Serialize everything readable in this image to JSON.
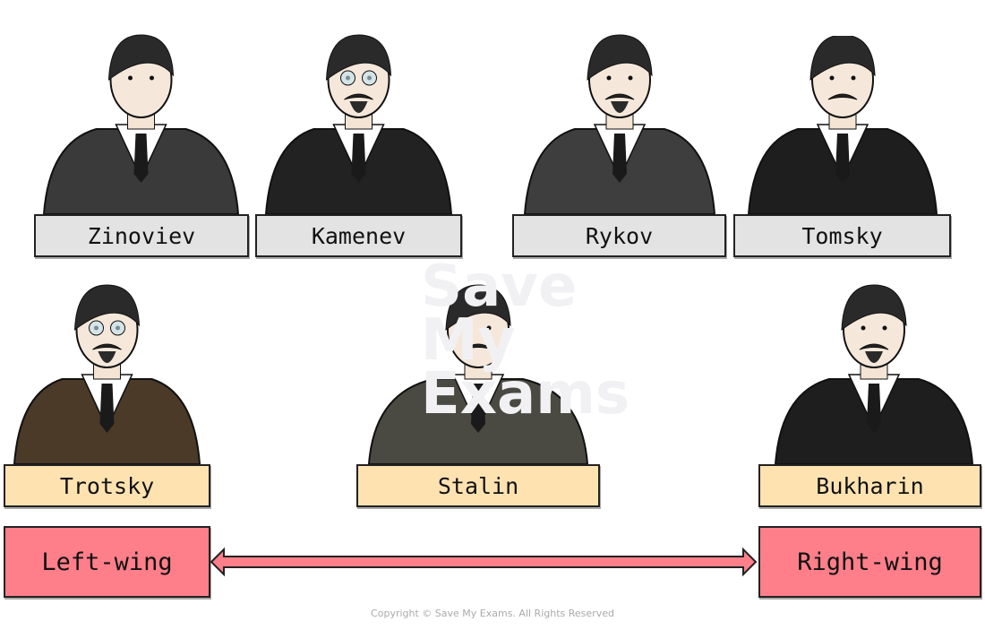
{
  "people": [
    {
      "name": "Zinoviev",
      "group": "neutral",
      "suit": "#3a3a3a",
      "glasses": false,
      "beard": false,
      "mustache": false
    },
    {
      "name": "Kamenev",
      "group": "neutral",
      "suit": "#222222",
      "glasses": true,
      "beard": true,
      "mustache": true
    },
    {
      "name": "Rykov",
      "group": "neutral",
      "suit": "#3e3e3e",
      "glasses": false,
      "beard": true,
      "mustache": true
    },
    {
      "name": "Tomsky",
      "group": "neutral",
      "suit": "#1e1e1e",
      "glasses": false,
      "beard": false,
      "mustache": true
    },
    {
      "name": "Trotsky",
      "group": "left",
      "suit": "#4b3a28",
      "glasses": true,
      "beard": true,
      "mustache": true
    },
    {
      "name": "Stalin",
      "group": "center",
      "suit": "#4a4a42",
      "glasses": false,
      "beard": false,
      "mustache": true
    },
    {
      "name": "Bukharin",
      "group": "right",
      "suit": "#1e1e1e",
      "glasses": false,
      "beard": true,
      "mustache": true
    }
  ],
  "spectrum": {
    "left": "Left-wing",
    "right": "Right-wing"
  },
  "colors": {
    "label_grey": "#e3e3e3",
    "label_tan": "#fee3b1",
    "wing": "#fe7f8a"
  },
  "watermark": "Save My Exams",
  "copyright": "Copyright © Save My Exams. All Rights Reserved"
}
